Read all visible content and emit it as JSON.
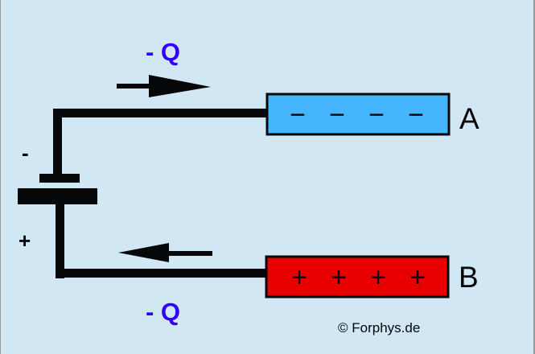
{
  "colors": {
    "background": "#d1e7f3",
    "plate_a": "#45b6fd",
    "plate_b": "#e80000",
    "charge_label": "#3300ff",
    "wire": "#060709"
  },
  "labels": {
    "charge_top": "- Q",
    "charge_bottom": "- Q",
    "plate_a": "A",
    "plate_b": "B",
    "battery_negative": "-",
    "battery_positive": "+",
    "plate_a_charges": [
      "−",
      "−",
      "−",
      "−"
    ],
    "plate_b_charges": [
      "+",
      "+",
      "+",
      "+"
    ],
    "copyright": "© Forphys.de"
  }
}
